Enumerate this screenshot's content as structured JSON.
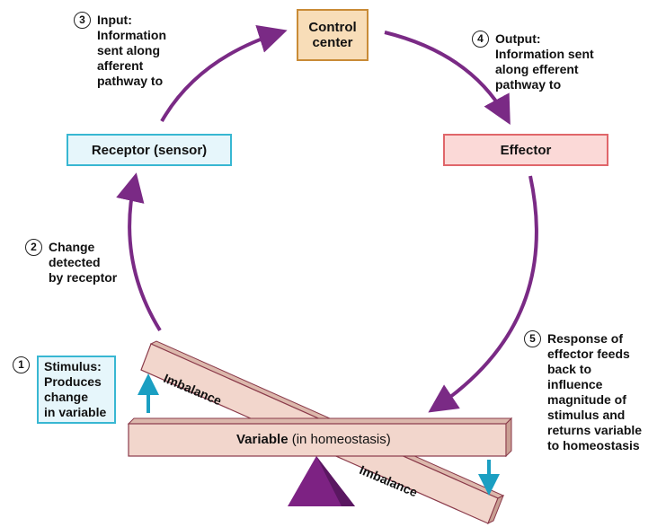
{
  "boxes": {
    "control_center": [
      "Control",
      "center"
    ],
    "receptor": "Receptor (sensor)",
    "effector": "Effector"
  },
  "steps": [
    {
      "number": "3",
      "lines": [
        "Input:",
        "Information",
        "sent along",
        "afferent",
        "pathway to"
      ]
    },
    {
      "number": "4",
      "lines": [
        "Output:",
        "Information sent",
        "along efferent",
        "pathway to"
      ]
    },
    {
      "number": "2",
      "lines": [
        "Change",
        "detected",
        "by receptor"
      ]
    },
    {
      "number": "5",
      "lines": [
        "Response of",
        "effector feeds",
        "back to",
        "influence",
        "magnitude of",
        "stimulus and",
        "returns variable",
        "to homeostasis"
      ]
    },
    {
      "number": "1",
      "lines": [
        "Stimulus:",
        "Produces",
        "change",
        "in variable"
      ]
    }
  ],
  "balance": {
    "variable_bold": "Variable",
    "variable_rest": "(in homeostasis)",
    "imbalance_top": "Imbalance",
    "imbalance_bottom": "Imbalance"
  },
  "colors": {
    "arrow_purple": "#7a2a85",
    "indicator_blue": "#1b9fc2",
    "beam_fill": "#f2d6cc",
    "beam_side": "#dcb8ac",
    "beam_edge": "#8a3a4a",
    "fulcrum": "#7d2283"
  }
}
